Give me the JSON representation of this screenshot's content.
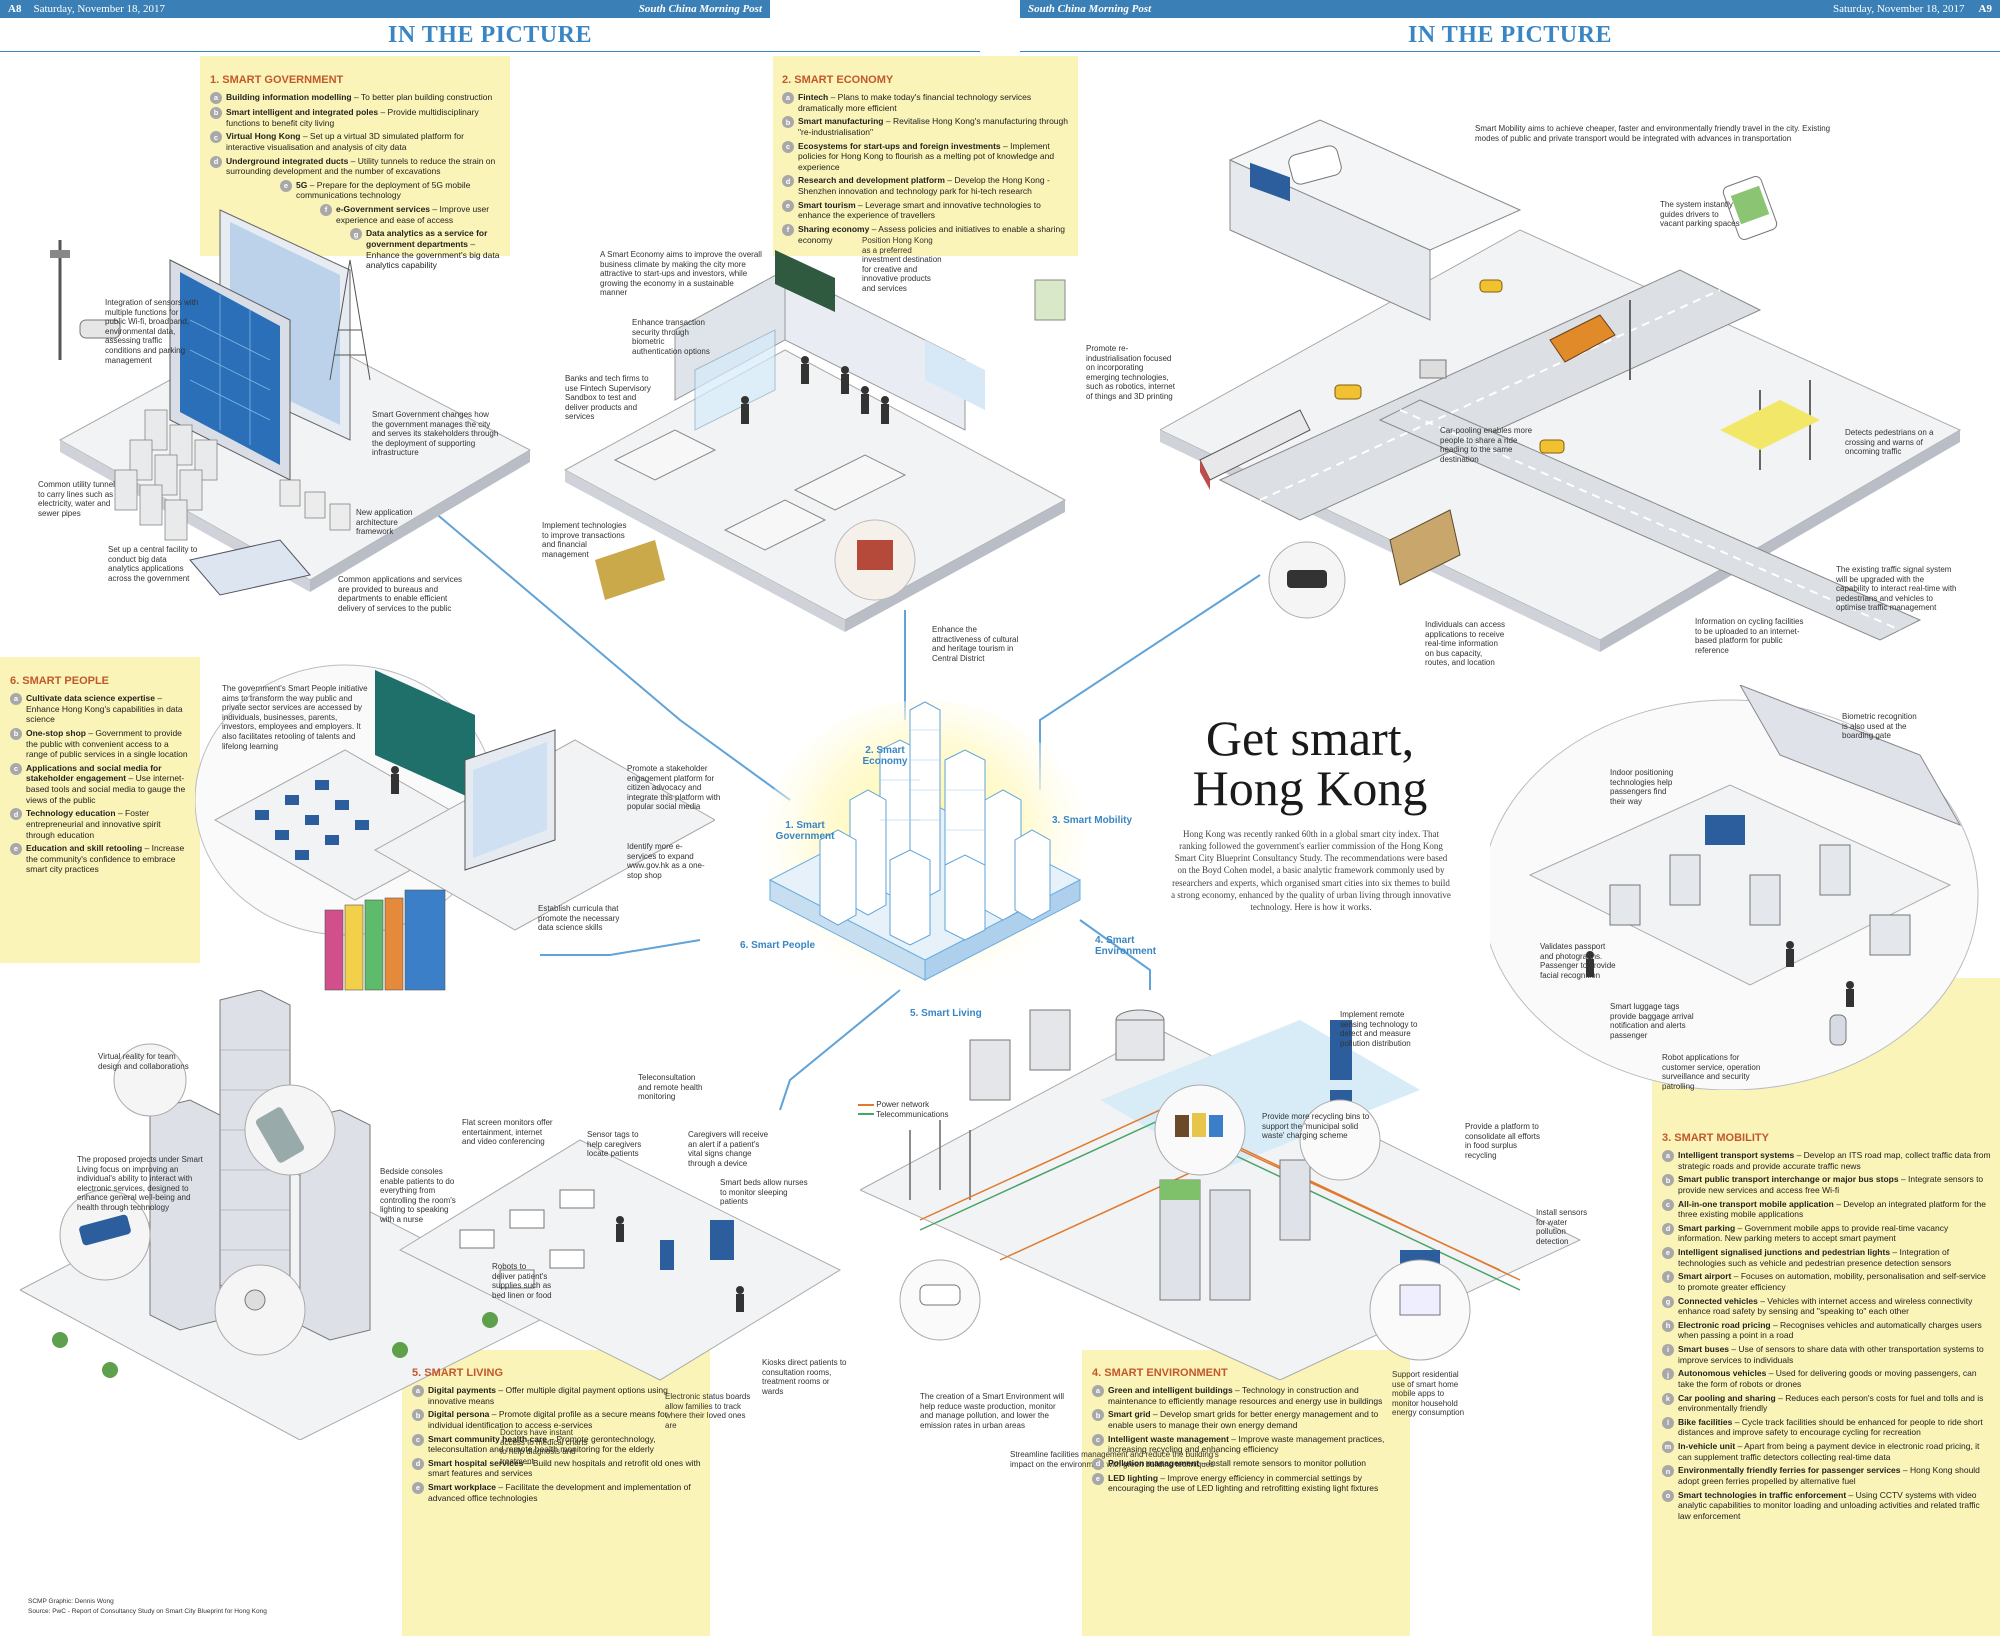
{
  "header": {
    "left": {
      "page": "A8",
      "date": "Saturday, November 18, 2017",
      "paper": "South China Morning Post"
    },
    "right": {
      "page": "A9",
      "date": "Saturday, November 18, 2017",
      "paper": "South China Morning Post"
    },
    "kicker": "IN THE PICTURE",
    "brand_color": "#3a7fb5"
  },
  "headline": {
    "line1": "Get smart,",
    "line2": "Hong Kong",
    "standfirst": "Hong Kong was recently ranked 60th in a global smart city index. That ranking followed the government's earlier commission of the Hong Kong Smart City Blueprint Consultancy Study. The recommendations were based on the Boyd Cohen model, a basic analytic framework commonly used by researchers and experts, which organised smart cities into six themes to build a strong economy, enhanced by the quality of urban living through innovative technology. Here is how it works."
  },
  "hub": {
    "labels": [
      "1. Smart Government",
      "2. Smart Economy",
      "3. Smart Mobility",
      "4. Smart Environment",
      "5. Smart Living",
      "6. Smart People"
    ],
    "line_color": "#5fa3d8"
  },
  "panels": {
    "government": {
      "title": "1. Smart Government",
      "items": [
        {
          "n": "a",
          "head": "Building information modelling",
          "text": " – To better plan building construction"
        },
        {
          "n": "b",
          "head": "Smart intelligent and integrated poles",
          "text": " – Provide multidisciplinary functions to benefit city living"
        },
        {
          "n": "c",
          "head": "Virtual Hong Kong",
          "text": " – Set up a virtual 3D simulated platform for interactive visualisation and analysis of city data"
        },
        {
          "n": "d",
          "head": "Underground integrated ducts",
          "text": " – Utility tunnels to reduce the strain on surrounding development and the number of excavations"
        },
        {
          "n": "e",
          "head": "5G",
          "text": " – Prepare for the deployment of 5G mobile communications technology"
        },
        {
          "n": "f",
          "head": "e-Government services",
          "text": " – Improve user experience and ease of access"
        },
        {
          "n": "g",
          "head": "Data analytics as a service for government departments",
          "text": " – Enhance the government's big data analytics capability"
        }
      ]
    },
    "economy": {
      "title": "2. Smart Economy",
      "items": [
        {
          "n": "a",
          "head": "Fintech",
          "text": " – Plans to make today's financial technology services dramatically more efficient"
        },
        {
          "n": "b",
          "head": "Smart manufacturing",
          "text": " – Revitalise Hong Kong's manufacturing through \"re-industrialisation\""
        },
        {
          "n": "c",
          "head": "Ecosystems for start-ups and foreign investments",
          "text": " – Implement policies for Hong Kong to flourish as a melting pot of knowledge and experience"
        },
        {
          "n": "d",
          "head": "Research and development platform",
          "text": " – Develop the Hong Kong - Shenzhen innovation and technology park for hi-tech research"
        },
        {
          "n": "e",
          "head": "Smart tourism",
          "text": " – Leverage smart and innovative technologies to enhance the experience of travellers"
        },
        {
          "n": "f",
          "head": "Sharing economy",
          "text": " – Assess policies and initiatives to enable a sharing economy"
        }
      ]
    },
    "people": {
      "title": "6. Smart People",
      "items": [
        {
          "n": "a",
          "head": "Cultivate data science expertise",
          "text": " – Enhance Hong Kong's capabilities in data science"
        },
        {
          "n": "b",
          "head": "One-stop shop",
          "text": " – Government to provide the public with convenient access to a range of public services in a single location"
        },
        {
          "n": "c",
          "head": "Applications and social media for stakeholder engagement",
          "text": " – Use internet-based tools and social media to gauge the views of the public"
        },
        {
          "n": "d",
          "head": "Technology education",
          "text": " – Foster entrepreneurial and innovative spirit through education"
        },
        {
          "n": "e",
          "head": "Education and skill retooling",
          "text": " – Increase the community's confidence to embrace smart city practices"
        }
      ]
    },
    "living": {
      "title": "5. Smart Living",
      "items": [
        {
          "n": "a",
          "head": "Digital payments",
          "text": " – Offer multiple digital payment options using innovative means"
        },
        {
          "n": "b",
          "head": "Digital persona",
          "text": " – Promote digital profile as a secure means for individual identification to access e-services"
        },
        {
          "n": "c",
          "head": "Smart community health care",
          "text": " – Promote gerontechnology, teleconsultation and remote health monitoring for the elderly"
        },
        {
          "n": "d",
          "head": "Smart hospital services",
          "text": " – Build new hospitals and retrofit old ones with smart features and services"
        },
        {
          "n": "e",
          "head": "Smart workplace",
          "text": " – Facilitate the development and implementation of advanced office technologies"
        }
      ]
    },
    "environment": {
      "title": "4. Smart Environment",
      "items": [
        {
          "n": "a",
          "head": "Green and intelligent buildings",
          "text": " – Technology in construction and maintenance to efficiently manage resources and energy use in buildings"
        },
        {
          "n": "b",
          "head": "Smart grid",
          "text": " – Develop smart grids for better energy management and to enable users to manage their own energy demand"
        },
        {
          "n": "c",
          "head": "Intelligent waste management",
          "text": " – Improve waste management practices, increasing recycling and enhancing efficiency"
        },
        {
          "n": "d",
          "head": "Pollution management",
          "text": " – Install remote sensors to monitor pollution"
        },
        {
          "n": "e",
          "head": "LED lighting",
          "text": " – Improve energy efficiency in commercial settings by encouraging the use of LED lighting and retrofitting existing light fixtures"
        }
      ]
    },
    "mobility": {
      "title": "3. Smart Mobility",
      "items": [
        {
          "n": "a",
          "head": "Intelligent transport systems",
          "text": " – Develop an ITS road map, collect traffic data from strategic roads and provide accurate traffic news"
        },
        {
          "n": "b",
          "head": "Smart public transport interchange or major bus stops",
          "text": " – Integrate sensors to provide new services and access free Wi-fi"
        },
        {
          "n": "c",
          "head": "All-in-one transport mobile application",
          "text": " – Develop an integrated platform for the three existing mobile applications"
        },
        {
          "n": "d",
          "head": "Smart parking",
          "text": " – Government mobile apps to provide real-time vacancy information. New parking meters to accept smart payment"
        },
        {
          "n": "e",
          "head": "Intelligent signalised junctions and pedestrian lights",
          "text": " – Integration of technologies such as vehicle and pedestrian presence detection sensors"
        },
        {
          "n": "f",
          "head": "Smart airport",
          "text": " – Focuses on automation, mobility, personalisation and self-service to promote greater efficiency"
        },
        {
          "n": "g",
          "head": "Connected vehicles",
          "text": " – Vehicles with internet access and wireless connectivity enhance road safety by sensing and \"speaking to\" each other"
        },
        {
          "n": "h",
          "head": "Electronic road pricing",
          "text": " – Recognises vehicles and automatically charges users when passing a point in a road"
        },
        {
          "n": "i",
          "head": "Smart buses",
          "text": " – Use of sensors to share data with other transportation systems to improve services to individuals"
        },
        {
          "n": "j",
          "head": "Autonomous vehicles",
          "text": " – Used for delivering goods or moving passengers, can take the form of robots or drones"
        },
        {
          "n": "k",
          "head": "Car pooling and sharing",
          "text": " – Reduces each person's costs for fuel and tolls and is environmentally friendly"
        },
        {
          "n": "l",
          "head": "Bike facilities",
          "text": " – Cycle track facilities should be enhanced for people to ride short distances and improve safety to encourage cycling for recreation"
        },
        {
          "n": "m",
          "head": "In-vehicle unit",
          "text": " – Apart from being a payment device in electronic road pricing, it can supplement traffic detectors collecting real-time data"
        },
        {
          "n": "n",
          "head": "Environmentally friendly ferries for passenger services",
          "text": " – Hong Kong should adopt green ferries propelled by alternative fuel"
        },
        {
          "n": "o",
          "head": "Smart technologies in traffic enforcement",
          "text": " – Using CCTV systems with video analytic capabilities to monitor loading and unloading activities and related traffic law enforcement"
        }
      ]
    }
  },
  "captions": {
    "gov_intro": "Smart Government changes how the government manages the city and serves its stakeholders through the deployment of supporting infrastructure",
    "gov_sensors": "Integration of sensors with multiple functions for public Wi-fi, broadband, environmental data, assessing traffic conditions and parking management",
    "gov_tunnel": "Common utility tunnel to carry lines such as electricity, water and sewer pipes",
    "gov_bigdata": "Set up a central facility to conduct big data analytics applications across the government",
    "gov_common": "Common applications and services are provided to bureaus and departments to enable efficient delivery of services to the public",
    "gov_framework": "New application architecture framework",
    "eco_intro": "A Smart Economy aims to improve the overall business climate by making the city more attractive to start-ups and investors, while growing the economy in a sustainable manner",
    "eco_position": "Position Hong Kong as a preferred investment destination for creative and innovative products and services",
    "eco_security": "Enhance transaction security through biometric authentication options",
    "eco_banks": "Banks and tech firms to use Fintech Supervisory Sandbox to test and deliver products and services",
    "eco_reind": "Promote re-industrialisation focused on incorporating emerging technologies, such as robotics, internet of things and 3D printing",
    "eco_impl": "Implement technologies to improve transactions and financial management",
    "eco_tourism": "Enhance the attractiveness of cultural and heritage tourism in Central District",
    "mob_intro": "Smart Mobility aims to achieve cheaper, faster and environmentally friendly travel in the city. Existing modes of public and private transport would be integrated with advances in transportation",
    "mob_parking": "The system instantly guides drivers to vacant parking spaces",
    "mob_carpool": "Car-pooling enables more people to share a ride heading to the same destination",
    "mob_pedestrian": "Detects pedestrians on a crossing and warns of oncoming traffic",
    "mob_signal": "The existing traffic signal system will be upgraded with the capability to interact real-time with pedestrians and vehicles to optimise traffic management",
    "mob_apps": "Individuals can access applications to receive real-time information on bus capacity, routes, and location",
    "mob_cycling": "Information on cycling facilities to be uploaded to an internet-based platform for public reference",
    "mob_biometric": "Biometric recognition is also used at the boarding gate",
    "mob_indoor": "Indoor positioning technologies help passengers find their way",
    "mob_passport": "Validates passport and photographs. Passenger to provide facial recognition",
    "mob_luggage": "Smart luggage tags provide baggage arrival notification and alerts passenger",
    "mob_robots": "Robot applications for customer service, operation surveillance and security patrolling",
    "people_intro": "The government's Smart People initiative aims to transform the way public and private sector services are accessed by individuals, businesses, parents, investors, employees and employers. It also facilitates retooling of talents and lifelong learning",
    "people_engage": "Promote a stakeholder engagement platform for citizen advocacy and integrate this platform with popular social media",
    "people_eservice": "Identify more e-services to expand www.gov.hk as a one-stop shop",
    "people_curricula": "Establish curricula that promote the necessary data science skills",
    "living_intro": "The proposed projects under Smart Living focus on improving an individual's ability to interact with electronic services, designed to enhance general well-being and health through technology",
    "living_vr": "Virtual reality for team design and collaborations",
    "living_screens": "Flat screen monitors offer entertainment, internet and video conferencing",
    "living_tele": "Teleconsultation and remote health monitoring",
    "living_sensor": "Sensor tags to help caregivers locate patients",
    "living_alert": "Caregivers will receive an alert if a patient's vital signs change through a device",
    "living_beds": "Smart beds allow nurses to monitor sleeping patients",
    "living_bedside": "Bedside consoles enable patients to do everything from controlling the room's lighting to speaking with a nurse",
    "living_robots": "Robots to deliver patient's supplies such as bed linen or food",
    "living_kiosk": "Kiosks direct patients to consultation rooms, treatment rooms or wards",
    "living_status": "Electronic status boards allow families to track where their loved ones are",
    "living_doctors": "Doctors have instant access to medical charts to help diagnosis and treatment",
    "env_intro": "The creation of a Smart Environment will help reduce waste production, monitor and manage pollution, and lower the emission rates in urban areas",
    "env_sensors": "Implement remote sensing technology to detect and measure pollution distribution",
    "env_bins": "Provide more recycling bins to support the 'municipal solid waste' charging scheme",
    "env_food": "Provide a platform to consolidate all efforts in food surplus recycling",
    "env_water": "Install sensors for water pollution detection",
    "env_residential": "Support residential use of smart home mobile apps to monitor household energy consumption",
    "env_streamline": "Streamline facilities management and reduce the building's impact on the environment with green building techniques",
    "env_legend_power": "Power network",
    "env_legend_tele": "Telecommunications"
  },
  "credits": {
    "graphic": "SCMP Graphic: Dennis Wong",
    "source": "Source: PwC - Report of Consultancy Study on Smart City Blueprint for Hong Kong"
  },
  "colors": {
    "panel": "#fbf4b8",
    "panel_title": "#c2582c",
    "iso_top": "#f2f3f5",
    "iso_side": "#c9ccd3",
    "accent_blue": "#3a86c4",
    "glow": "#fff59b"
  }
}
